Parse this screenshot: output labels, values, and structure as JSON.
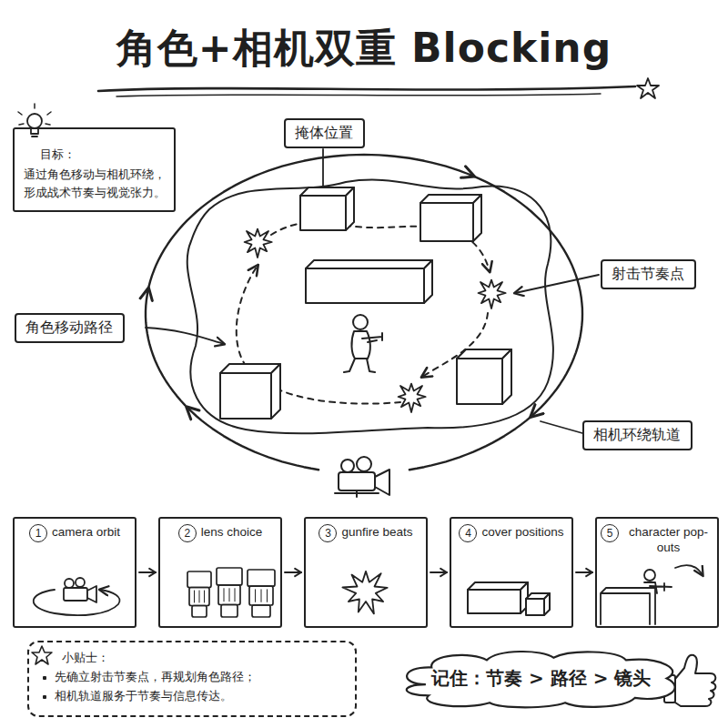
{
  "diagram": {
    "title": "角色+相机双重 Blocking",
    "nodes": [
      {
        "text": [
          "目标：",
          "通过角色移动与相机环绕，形成战术节奏与视觉张力。"
        ]
      },
      {
        "text": [
          "掩体位置"
        ]
      },
      {
        "text": [
          "射击节奏点"
        ]
      },
      {
        "text": [
          "角色移动路径"
        ]
      },
      {
        "text": [
          "相机环绕轨道"
        ]
      },
      {
        "text": [
          "1",
          "camera orbit"
        ]
      },
      {
        "text": [
          "2",
          "lens choice"
        ]
      },
      {
        "text": [
          "3",
          "gunfire beats"
        ]
      },
      {
        "text": [
          "4",
          "cover positions"
        ]
      },
      {
        "text": [
          "5",
          "character pop-outs"
        ]
      },
      {
        "text": [
          "小贴士：",
          "先确立射击节奏点，再规划角色路径；",
          "相机轨道服务于节奏与信息传达。"
        ]
      },
      {
        "text": [
          "记住：节奏 > 路径 > 镜头"
        ]
      }
    ],
    "edges": [
      {
        "from": 5,
        "to": 6,
        "arrow": "to"
      },
      {
        "from": 6,
        "to": 7,
        "arrow": "to"
      },
      {
        "from": 7,
        "to": 8,
        "arrow": "to"
      },
      {
        "from": 8,
        "to": 9,
        "arrow": "to"
      }
    ]
  }
}
